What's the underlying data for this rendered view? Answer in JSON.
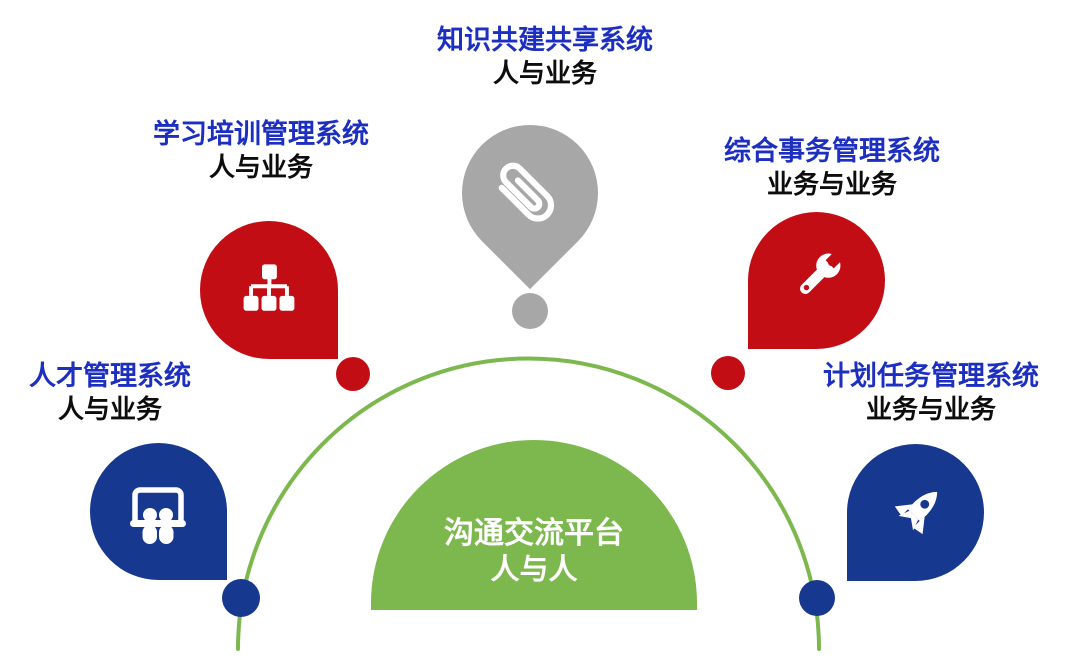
{
  "diagram": {
    "center": {
      "title": "沟通交流平台",
      "subtitle": "人与人",
      "icon": "none"
    },
    "nodes": {
      "knowledge": {
        "title": "知识共建共享系统",
        "subtitle": "人与业务",
        "icon": "paperclip-icon",
        "color": "gray"
      },
      "learning": {
        "title": "学习培训管理系统",
        "subtitle": "人与业务",
        "icon": "sitemap-icon",
        "color": "red"
      },
      "affairs": {
        "title": "综合事务管理系统",
        "subtitle": "业务与业务",
        "icon": "wrench-icon",
        "color": "red"
      },
      "talent": {
        "title": "人才管理系统",
        "subtitle": "人与业务",
        "icon": "presentation-people-icon",
        "color": "blue"
      },
      "tasks": {
        "title": "计划任务管理系统",
        "subtitle": "业务与业务",
        "icon": "rocket-icon",
        "color": "blue"
      }
    },
    "colors": {
      "red": "#c20d15",
      "blue": "#16388e",
      "gray": "#a7a7a7",
      "green": "#7cb84e",
      "title_blue": "#1d2fc0",
      "subtitle_black": "#0d0d0d",
      "icon_white": "#ffffff"
    }
  }
}
